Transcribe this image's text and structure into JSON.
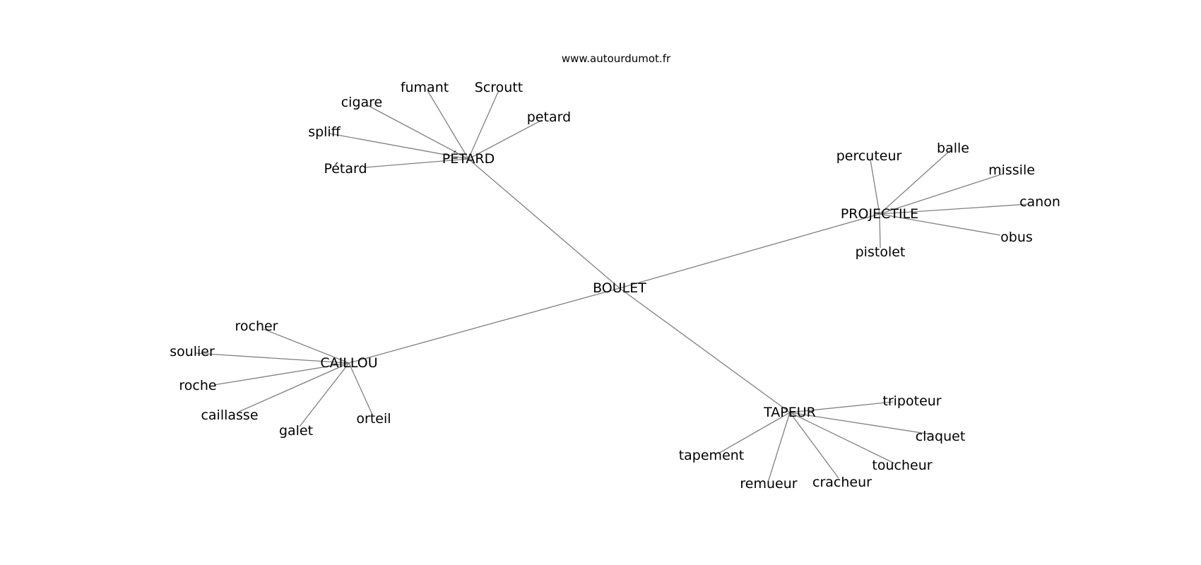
{
  "site": "www.autourdumot.fr",
  "center": "BOULET",
  "groups": [
    {
      "hub": "PÉTARD",
      "words": [
        "fumant",
        "Scroutt",
        "cigare",
        "petard",
        "spliff",
        "Pétard"
      ]
    },
    {
      "hub": "PROJECTILE",
      "words": [
        "percuteur",
        "balle",
        "missile",
        "canon",
        "obus",
        "pistolet"
      ]
    },
    {
      "hub": "CAILLOU",
      "words": [
        "rocher",
        "soulier",
        "roche",
        "caillasse",
        "galet",
        "orteil"
      ]
    },
    {
      "hub": "TAPEUR",
      "words": [
        "tripoteur",
        "claquet",
        "toucheur",
        "tapement",
        "remueur",
        "cracheur"
      ]
    }
  ]
}
